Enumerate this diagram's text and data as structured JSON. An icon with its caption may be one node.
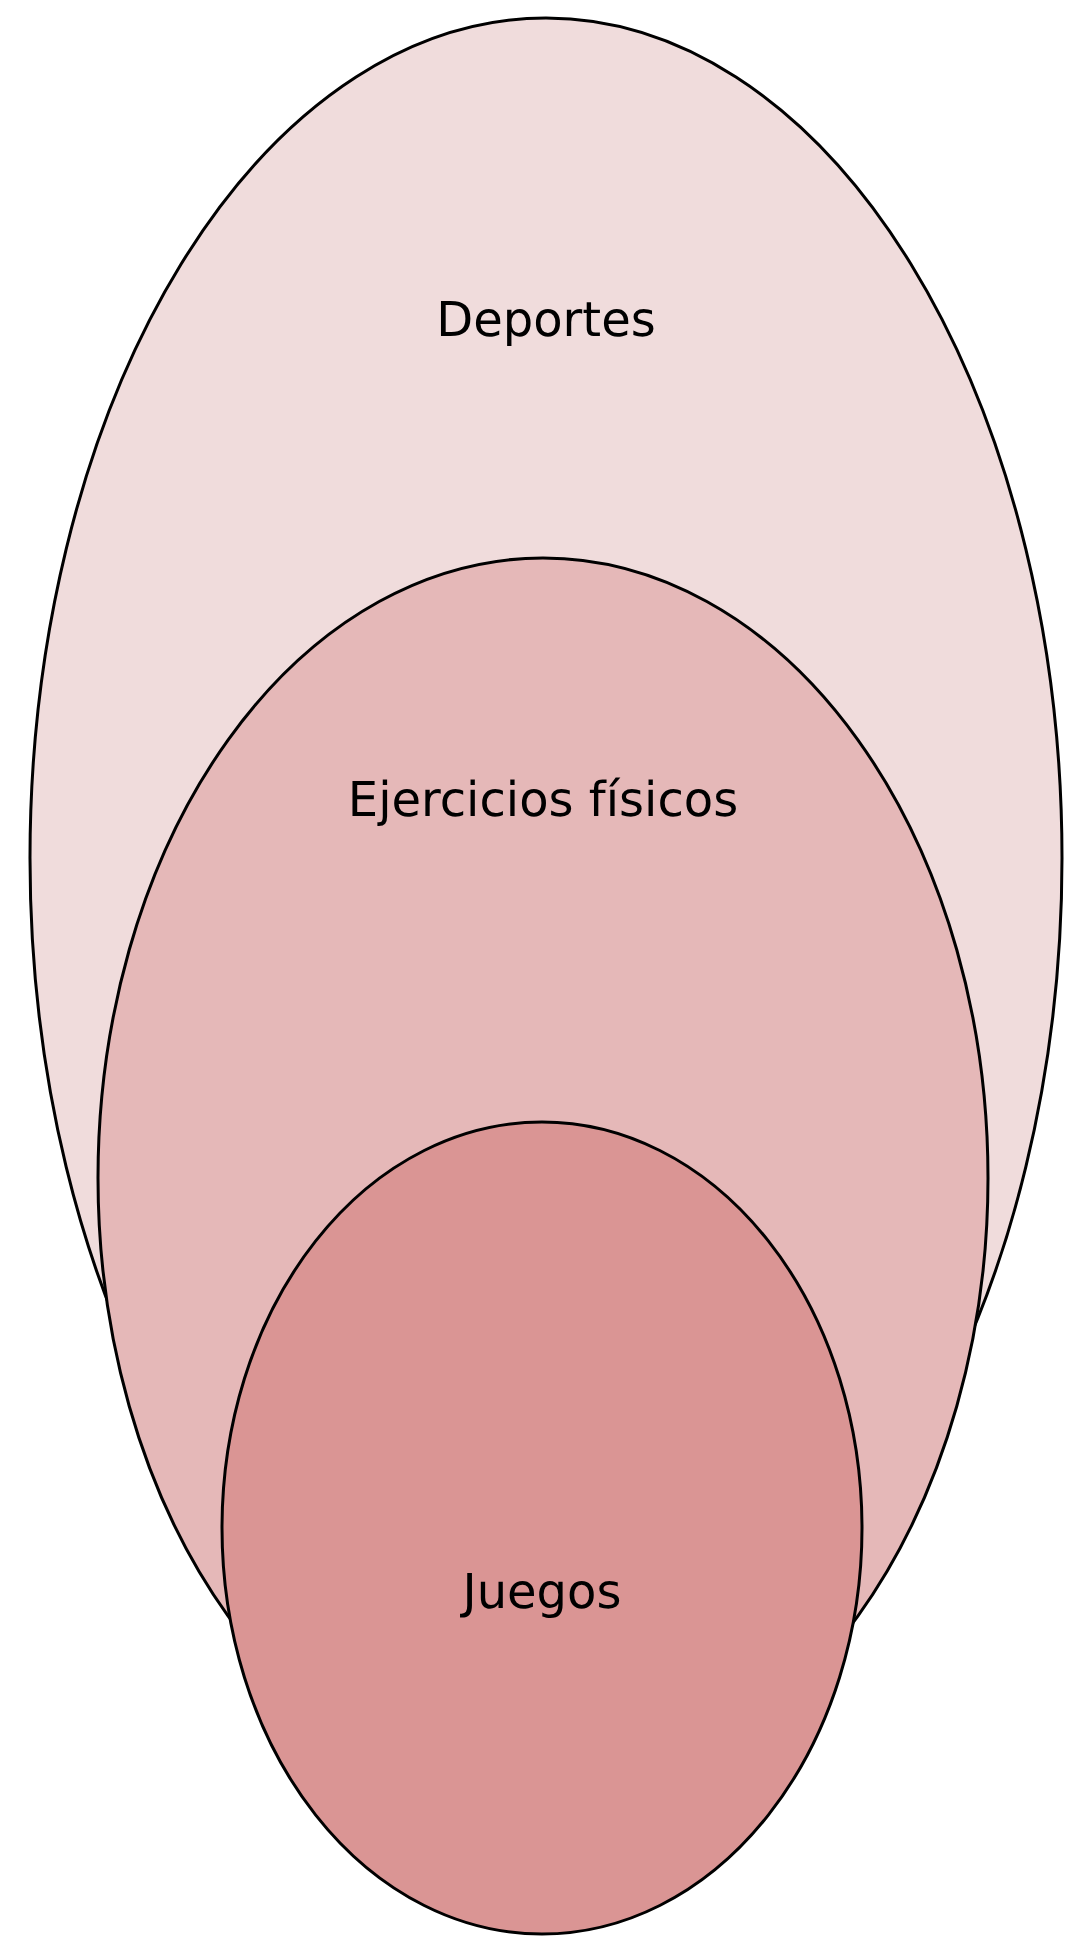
{
  "diagram": {
    "nodes": [
      {
        "text": [
          "Deportes"
        ]
      },
      {
        "text": [
          "Ejercicios físicos"
        ]
      },
      {
        "text": [
          "Juegos"
        ]
      }
    ]
  }
}
